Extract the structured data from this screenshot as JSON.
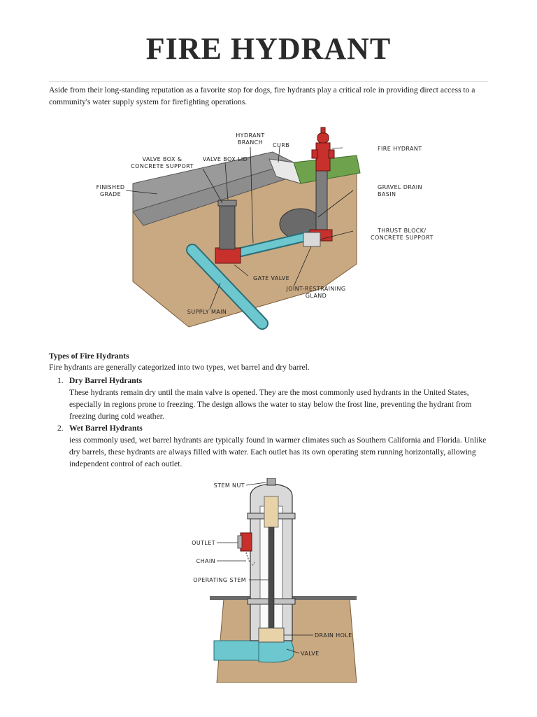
{
  "document": {
    "title": "FIRE HYDRANT",
    "intro": "Aside from their long-standing reputation as a favorite stop for dogs, fire hydrants play a critical role in providing direct access to a community's water supply system for firefighting operations.",
    "types_heading": "Types of Fire Hydrants",
    "types_lead": "Fire hydrants are generally categorized into two types, wet barrel and dry barrel.",
    "types": [
      {
        "number": "1.",
        "name": "Dry Barrel Hydrants",
        "description": "These hydrants remain dry until the main valve is opened. They are the most commonly used hydrants in the United States, especially in regions prone to freezing. The design allows the water to stay below the frost line, preventing the hydrant from freezing during cold weather."
      },
      {
        "number": "2.",
        "name": "Wet Barrel Hydrants",
        "description": "iess commonly used, wet barrel hydrants are typically found in warmer climates such as Southern California and Florida. Unlike dry barrels, these hydrants are always filled with water. Each outlet has its own operating stem running horizontally, allowing independent control of each outlet."
      }
    ]
  },
  "figure1": {
    "labels": {
      "hydrant_branch_1": "HYDRANT",
      "hydrant_branch_2": "BRANCH",
      "curb": "CURB",
      "fire_hydrant": "FIRE HYDRANT",
      "valve_box_1": "VALVE BOX &",
      "valve_box_2": "CONCRETE SUPPORT",
      "valve_box_lid": "VALVE BOX LID",
      "finished_grade_1": "FINISHED",
      "finished_grade_2": "GRADE",
      "gravel_1": "GRAVEL DRAIN",
      "gravel_2": "BASIN",
      "thrust_1": "THRUST BLOCK/",
      "thrust_2": "CONCRETE SUPPORT",
      "gate_valve": "GATE VALVE",
      "joint_1": "JOINT-RESTRAINING",
      "joint_2": "GLAND",
      "supply_main": "SUPPLY MAIN"
    }
  },
  "figure2": {
    "labels": {
      "stem_nut": "STEM NUT",
      "outlet": "OUTLET",
      "chain": "CHAIN",
      "operating_stem": "OPERATING STEM",
      "drain_hole": "DRAIN HOLE",
      "valve": "VALVE"
    }
  },
  "colors": {
    "pipe": "#6cc7cf",
    "hydrant_red": "#c8302c",
    "soil": "#c9a982",
    "pavement": "#8d8d8d",
    "grass": "#6fa24d"
  }
}
